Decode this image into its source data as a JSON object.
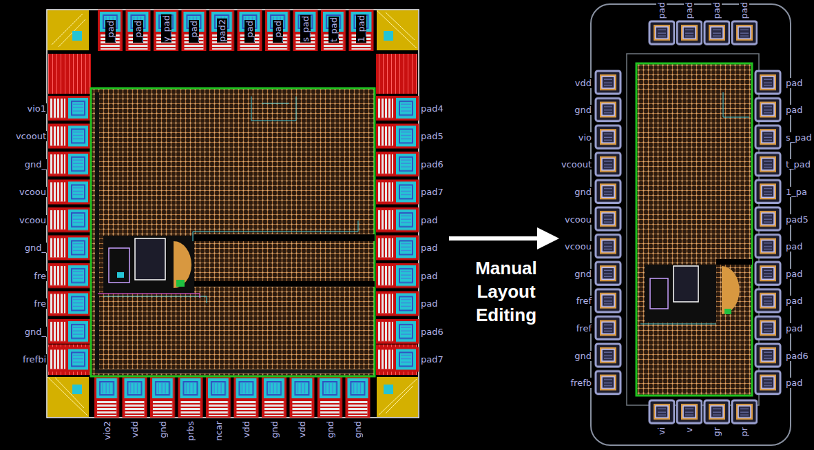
{
  "diagram": {
    "labels": [
      "_pad",
      "_pad",
      "y_pad",
      "_pad",
      "pad2",
      "_pad",
      "_pad",
      "s_pad",
      "t_pad",
      "1_pad",
      "vio1",
      "vcoout",
      "gnd_",
      "vcoou",
      "vcoou",
      "gnd_",
      "fre",
      "fre",
      "gnd_",
      "frefbi",
      "pad4",
      "pad5",
      "pad6",
      "pad7",
      "pad",
      "pad",
      "pad",
      "pad",
      "pad6",
      "pad7",
      "vio2",
      "vdd",
      "gnd",
      "prbs",
      "ncar",
      "vdd",
      "gnd",
      "vdd",
      "gnd",
      "gnd",
      "Manual Layout Editing",
      "pad",
      "pad",
      "pad",
      "pad",
      "vdd",
      "gnd",
      "vio",
      "vcoout",
      "gnd",
      "vcoou",
      "vcoou",
      "gnd",
      "fref",
      "fref",
      "gnd",
      "frefb",
      "pad",
      "pad",
      "s_pad",
      "t_pad",
      "1_pa",
      "pad5",
      "pad",
      "pad",
      "pad",
      "pad",
      "pad6",
      "pad",
      "vi",
      "v",
      "gr",
      "pr"
    ]
  }
}
